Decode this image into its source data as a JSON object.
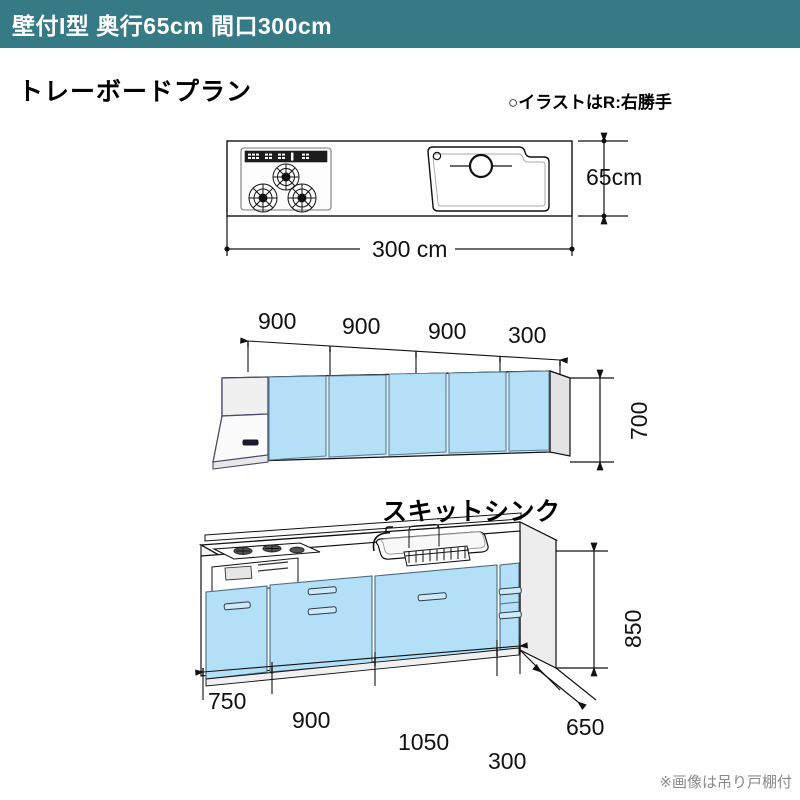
{
  "header": {
    "title": "壁付I型 奥行65cm 間口300cm",
    "bg_color": "#367a85",
    "text_color": "#ffffff"
  },
  "plan": {
    "title": "トレーボードプラン",
    "handedness_note": "○イラストはR:右勝手"
  },
  "topview": {
    "width_label": "300 cm",
    "depth_label": "65cm",
    "appliances": [
      "gas-cooktop-3-burner",
      "skit-sink"
    ]
  },
  "wall_cabinet": {
    "segments": [
      "900",
      "900",
      "900",
      "300"
    ],
    "height_label": "700",
    "has_range_hood": true,
    "door_color": "#b3e0f7"
  },
  "base_cabinet": {
    "segments": [
      "750",
      "900",
      "1050",
      "300"
    ],
    "height_label": "850",
    "depth_label": "650",
    "sink_label": "スキットシンク",
    "door_color": "#b3e0f7"
  },
  "footnote": "※画像は吊り戸棚付"
}
